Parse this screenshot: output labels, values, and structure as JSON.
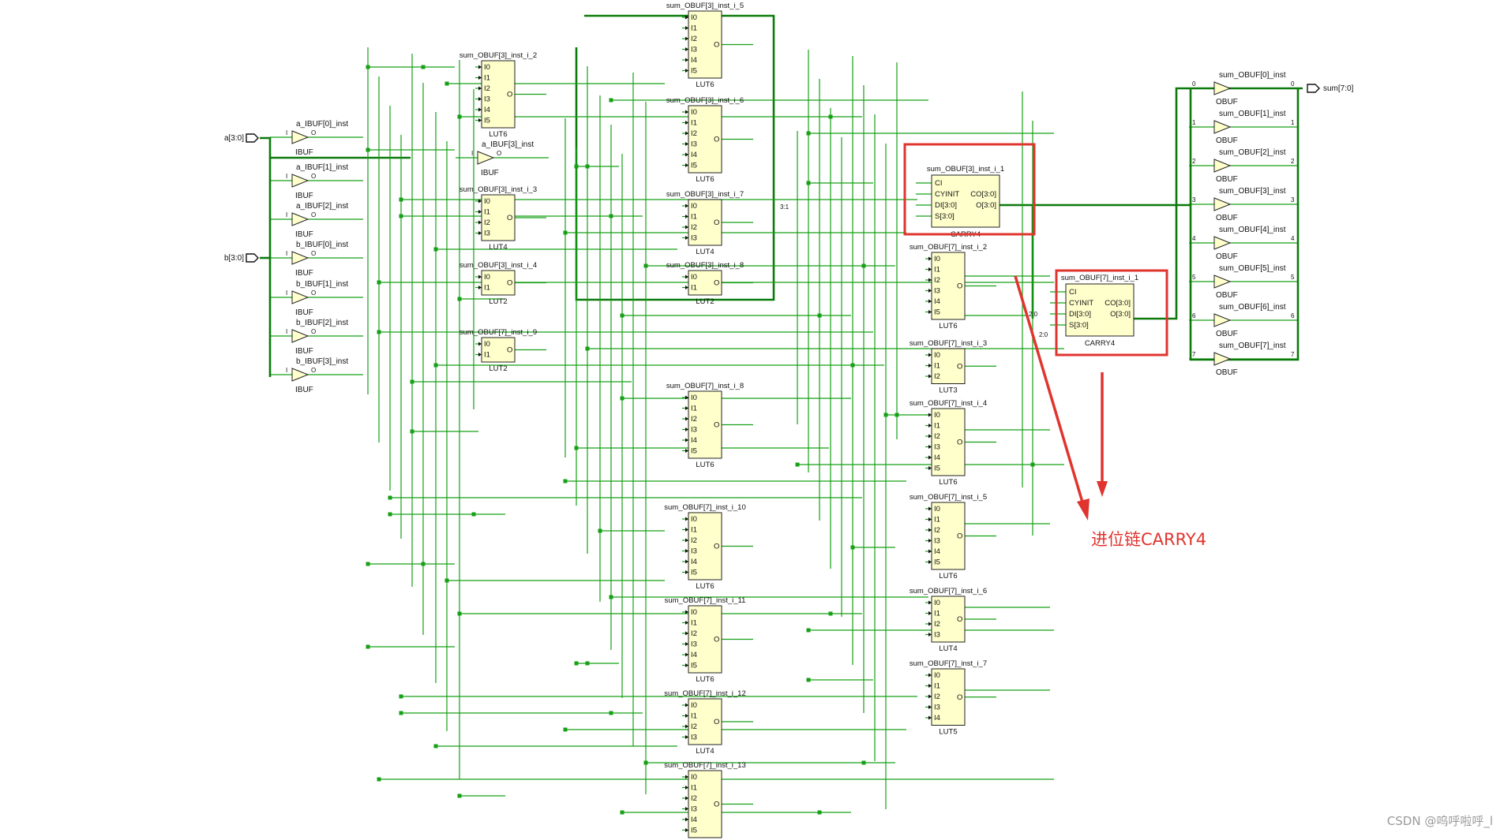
{
  "ports": {
    "a": "a[3:0]",
    "b": "b[3:0]",
    "sum": "sum[7:0]"
  },
  "cell_types": {
    "lut6": "LUT6",
    "lut4": "LUT4",
    "lut5": "LUT5",
    "lut3": "LUT3",
    "lut2": "LUT2",
    "carry4": "CARRY4",
    "ibuf": "IBUF",
    "obuf": "OBUF"
  },
  "ibufs": [
    {
      "name": "a_IBUF[0]_inst",
      "type": "IBUF"
    },
    {
      "name": "a_IBUF[1]_inst",
      "type": "IBUF"
    },
    {
      "name": "a_IBUF[2]_inst",
      "type": "IBUF"
    },
    {
      "name": "a_IBUF[3]_inst",
      "type": "IBUF"
    },
    {
      "name": "b_IBUF[0]_inst",
      "type": "IBUF"
    },
    {
      "name": "b_IBUF[1]_inst",
      "type": "IBUF"
    },
    {
      "name": "b_IBUF[2]_inst",
      "type": "IBUF"
    },
    {
      "name": "b_IBUF[3]_inst",
      "type": "IBUF"
    }
  ],
  "luts": [
    {
      "name": "sum_OBUF[3]_inst_i_5",
      "type": "LUT6",
      "inputs": [
        "I0",
        "I1",
        "I2",
        "I3",
        "I4",
        "I5"
      ]
    },
    {
      "name": "sum_OBUF[3]_inst_i_2",
      "type": "LUT6",
      "inputs": [
        "I0",
        "I1",
        "I2",
        "I3",
        "I4",
        "I5"
      ]
    },
    {
      "name": "sum_OBUF[3]_inst_i_6",
      "type": "LUT6",
      "inputs": [
        "I0",
        "I1",
        "I2",
        "I3",
        "I4",
        "I5"
      ]
    },
    {
      "name": "sum_OBUF[3]_inst_i_3",
      "type": "LUT4",
      "inputs": [
        "I0",
        "I1",
        "I2",
        "I3"
      ]
    },
    {
      "name": "sum_OBUF[3]_inst_i_7",
      "type": "LUT4",
      "inputs": [
        "I0",
        "I1",
        "I2",
        "I3"
      ]
    },
    {
      "name": "sum_OBUF[3]_inst_i_4",
      "type": "LUT2",
      "inputs": [
        "I0",
        "I1"
      ]
    },
    {
      "name": "sum_OBUF[3]_inst_i_8",
      "type": "LUT2",
      "inputs": [
        "I0",
        "I1"
      ]
    },
    {
      "name": "sum_OBUF[7]_inst_i_9",
      "type": "LUT2",
      "inputs": [
        "I0",
        "I1"
      ]
    },
    {
      "name": "sum_OBUF[7]_inst_i_8",
      "type": "LUT6",
      "inputs": [
        "I0",
        "I1",
        "I2",
        "I3",
        "I4",
        "I5"
      ]
    },
    {
      "name": "sum_OBUF[7]_inst_i_10",
      "type": "LUT6",
      "inputs": [
        "I0",
        "I1",
        "I2",
        "I3",
        "I4",
        "I5"
      ]
    },
    {
      "name": "sum_OBUF[7]_inst_i_11",
      "type": "LUT6",
      "inputs": [
        "I0",
        "I1",
        "I2",
        "I3",
        "I4",
        "I5"
      ]
    },
    {
      "name": "sum_OBUF[7]_inst_i_12",
      "type": "LUT4",
      "inputs": [
        "I0",
        "I1",
        "I2",
        "I3"
      ]
    },
    {
      "name": "sum_OBUF[7]_inst_i_13",
      "type": "LUT6",
      "inputs": [
        "I0",
        "I1",
        "I2",
        "I3",
        "I4",
        "I5"
      ]
    },
    {
      "name": "sum_OBUF[7]_inst_i_2",
      "type": "LUT6",
      "inputs": [
        "I0",
        "I1",
        "I2",
        "I3",
        "I4",
        "I5"
      ]
    },
    {
      "name": "sum_OBUF[7]_inst_i_3",
      "type": "LUT3",
      "inputs": [
        "I0",
        "I1",
        "I2"
      ]
    },
    {
      "name": "sum_OBUF[7]_inst_i_4",
      "type": "LUT6",
      "inputs": [
        "I0",
        "I1",
        "I2",
        "I3",
        "I4",
        "I5"
      ]
    },
    {
      "name": "sum_OBUF[7]_inst_i_5",
      "type": "LUT6",
      "inputs": [
        "I0",
        "I1",
        "I2",
        "I3",
        "I4",
        "I5"
      ]
    },
    {
      "name": "sum_OBUF[7]_inst_i_6",
      "type": "LUT4",
      "inputs": [
        "I0",
        "I1",
        "I2",
        "I3"
      ]
    },
    {
      "name": "sum_OBUF[7]_inst_i_7",
      "type": "LUT5",
      "inputs": [
        "I0",
        "I1",
        "I2",
        "I3",
        "I4"
      ]
    }
  ],
  "carry4": [
    {
      "name": "sum_OBUF[3]_inst_i_1",
      "type": "CARRY4",
      "pins_in": [
        "CI",
        "CYINIT",
        "DI[3:0]",
        "S[3:0]"
      ],
      "pins_out": [
        "CO[3:0]",
        "O[3:0]"
      ]
    },
    {
      "name": "sum_OBUF[7]_inst_i_1",
      "type": "CARRY4",
      "pins_in": [
        "CI",
        "CYINIT",
        "DI[3:0]",
        "S[3:0]"
      ],
      "pins_out": [
        "CO[3:0]",
        "O[3:0]"
      ]
    }
  ],
  "obufs": [
    {
      "name": "sum_OBUF[0]_inst",
      "type": "OBUF"
    },
    {
      "name": "sum_OBUF[1]_inst",
      "type": "OBUF"
    },
    {
      "name": "sum_OBUF[2]_inst",
      "type": "OBUF"
    },
    {
      "name": "sum_OBUF[3]_inst",
      "type": "OBUF"
    },
    {
      "name": "sum_OBUF[4]_inst",
      "type": "OBUF"
    },
    {
      "name": "sum_OBUF[5]_inst",
      "type": "OBUF"
    },
    {
      "name": "sum_OBUF[6]_inst",
      "type": "OBUF"
    },
    {
      "name": "sum_OBUF[7]_inst",
      "type": "OBUF"
    }
  ],
  "pin_labels": {
    "in": "I",
    "out": "O"
  },
  "bit_labels": [
    "0",
    "1",
    "2",
    "3",
    "4",
    "5",
    "6",
    "7"
  ],
  "bus_labels": {
    "hi": "3:1",
    "lo": "2:0"
  },
  "annotation": "进位链CARRY4",
  "watermark": "CSDN @呜呼啦呼_l",
  "colors": {
    "wire": "#16a016",
    "highlight": "#e0342e",
    "cell_fill": "#ffffcc"
  }
}
